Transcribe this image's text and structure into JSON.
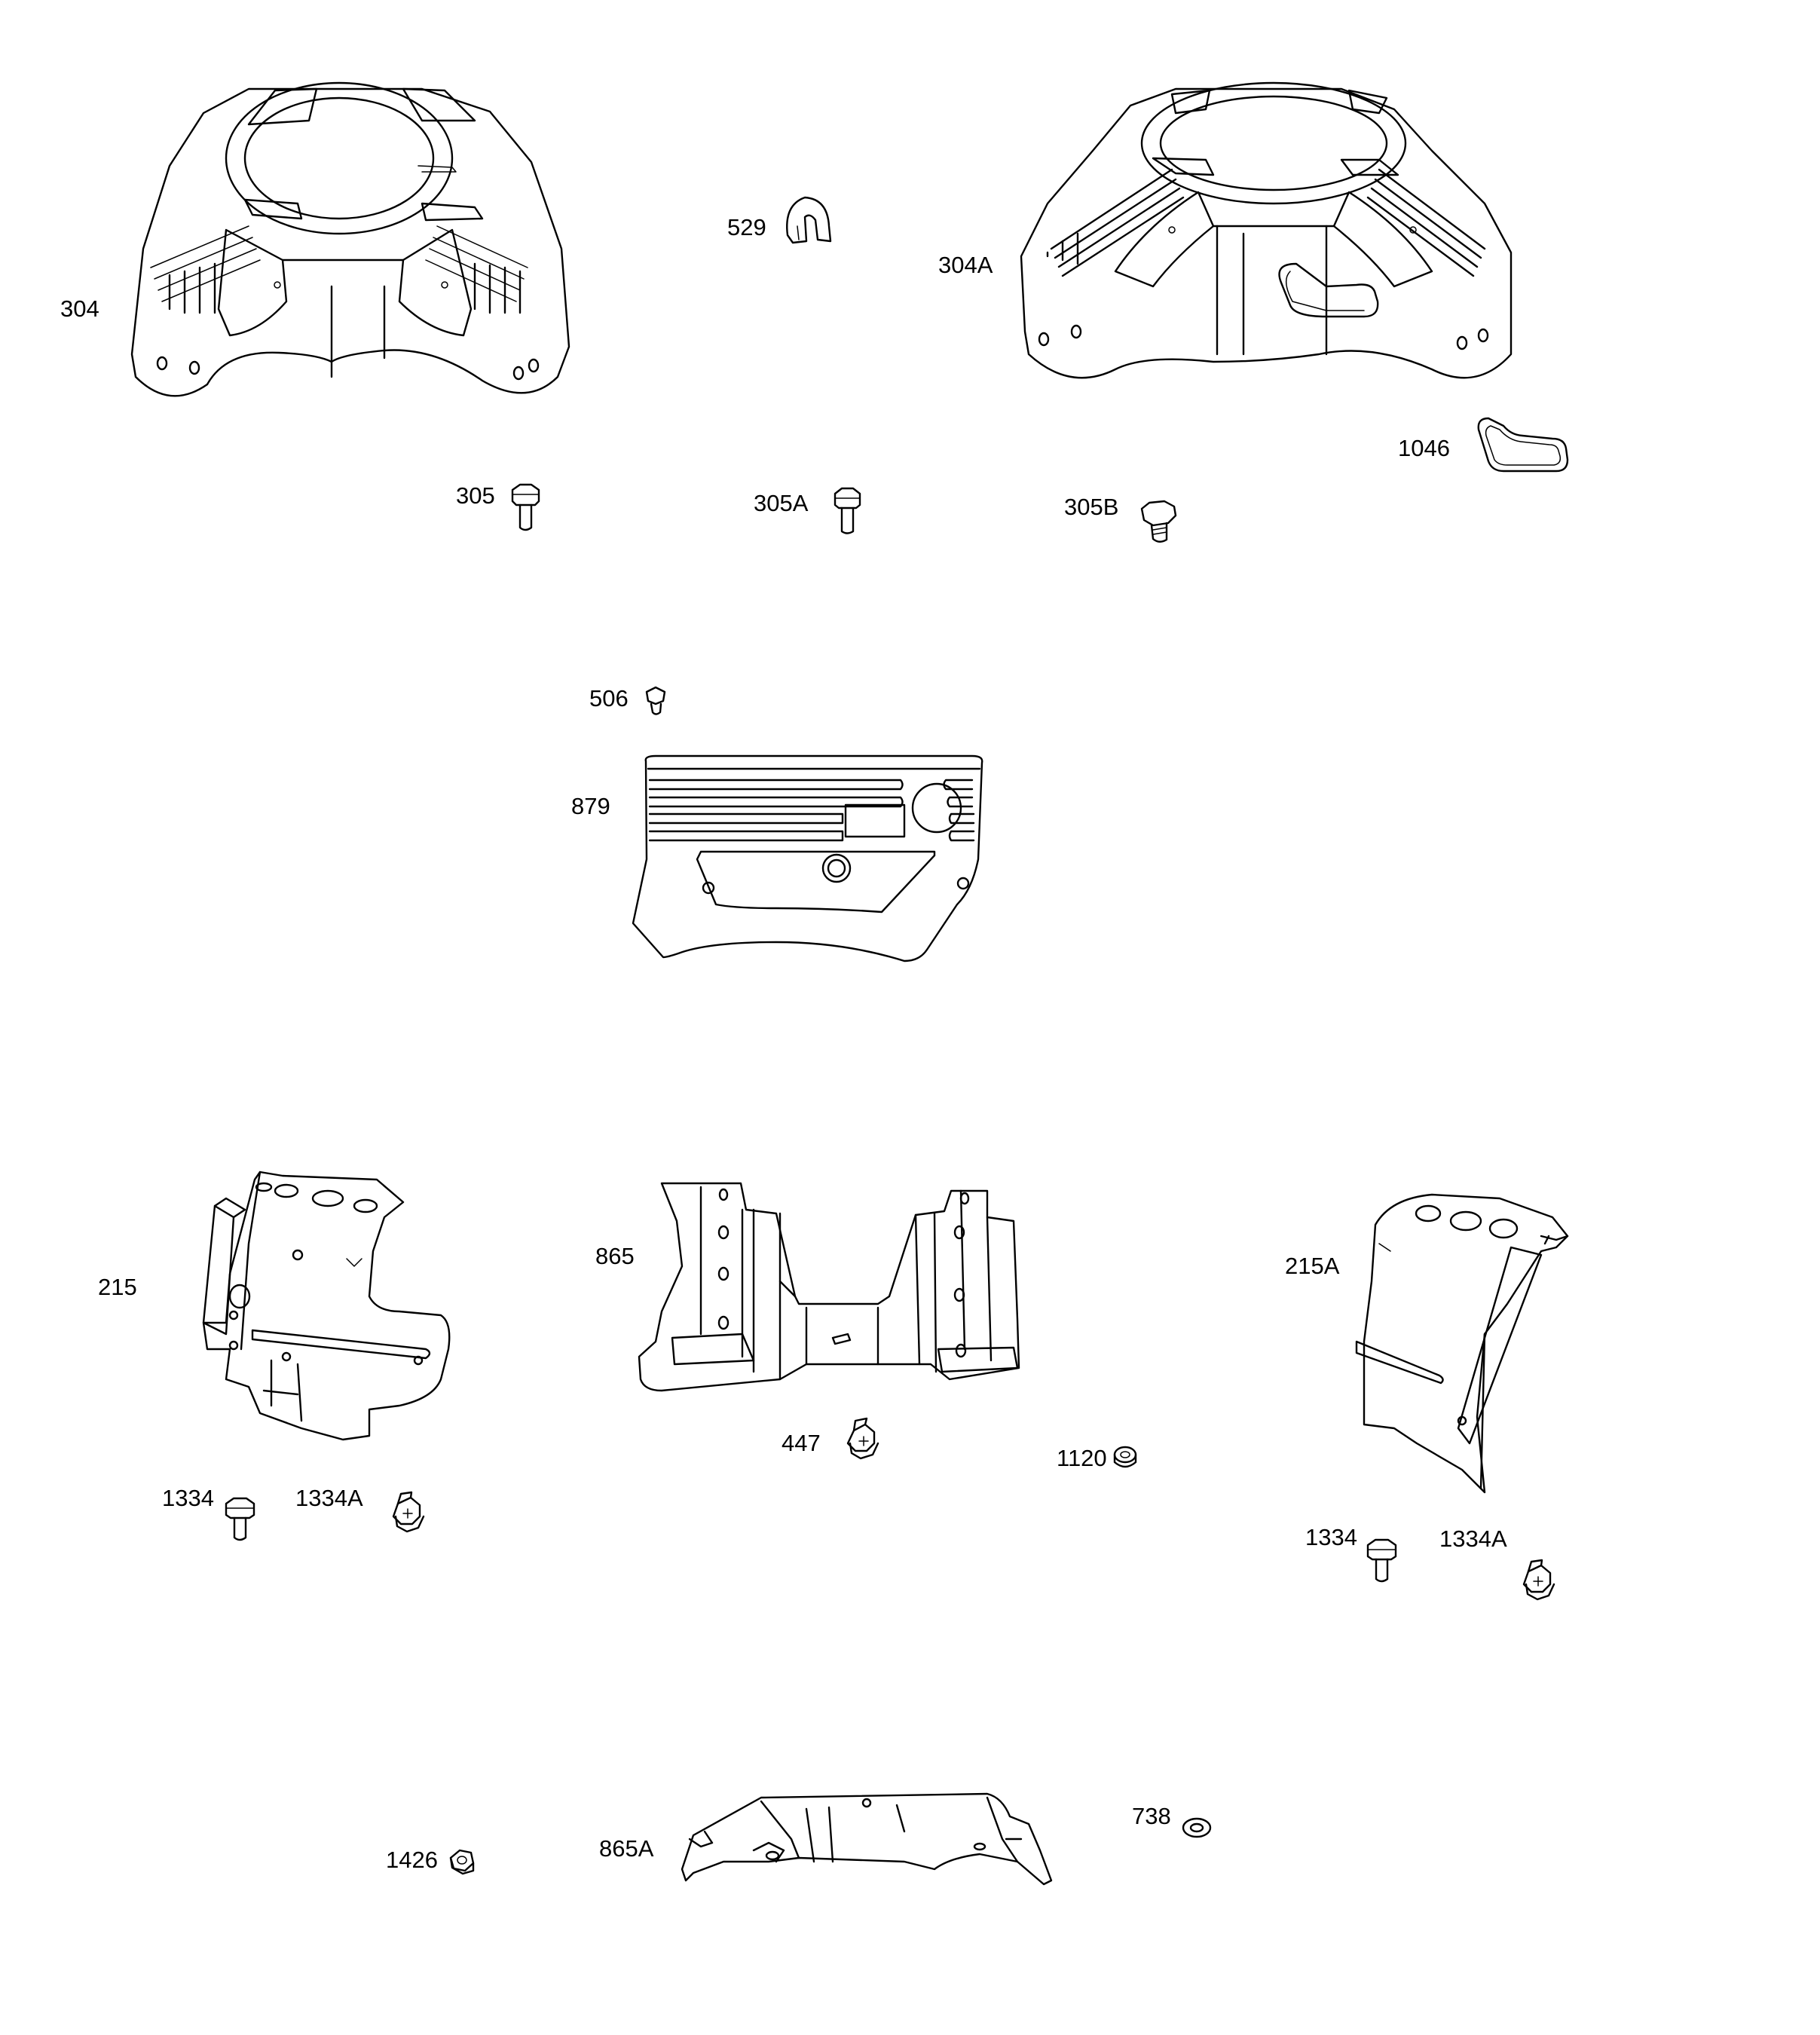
{
  "labels": {
    "p304": "304",
    "p529": "529",
    "p304A": "304A",
    "p1046": "1046",
    "p305": "305",
    "p305A": "305A",
    "p305B": "305B",
    "p506": "506",
    "p879": "879",
    "p215": "215",
    "p865": "865",
    "p215A": "215A",
    "p447": "447",
    "p1120": "1120",
    "p1334_left": "1334",
    "p1334A_left": "1334A",
    "p1334_right": "1334",
    "p1334A_right": "1334A",
    "p1426": "1426",
    "p865A": "865A",
    "p738": "738"
  }
}
